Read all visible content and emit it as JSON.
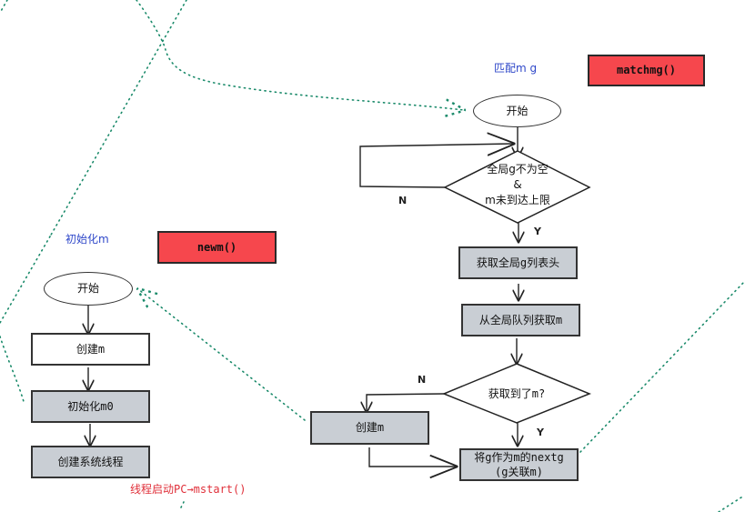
{
  "diagram_title": "Go runtime M initialization and matching flow",
  "left_flow": {
    "section_label": "初始化m",
    "function_label": "newm()",
    "start": "开始",
    "steps": [
      "创建m",
      "初始化m0",
      "创建系统线程"
    ],
    "footnote": "线程启动PC→mstart()"
  },
  "right_flow": {
    "section_label": "匹配m g",
    "function_label": "matchmg()",
    "start": "开始",
    "decision1": {
      "lines": [
        "全局g不为空",
        "&",
        "m未到达上限"
      ],
      "no_label": "N",
      "yes_label": "Y"
    },
    "step_get_g": "获取全局g列表头",
    "step_get_m": "从全局队列获取m",
    "decision2": {
      "text": "获取到了m?",
      "no_label": "N",
      "yes_label": "Y"
    },
    "step_create_m": "创建m",
    "step_assign": [
      "将g作为m的nextg",
      "(g关联m)"
    ]
  },
  "colors": {
    "function_box": "#f6474d",
    "process_box": "#c9ced4",
    "section_label": "#2f48c9",
    "footnote": "#e0303a",
    "dotted_connector": "#1a8a6a"
  }
}
